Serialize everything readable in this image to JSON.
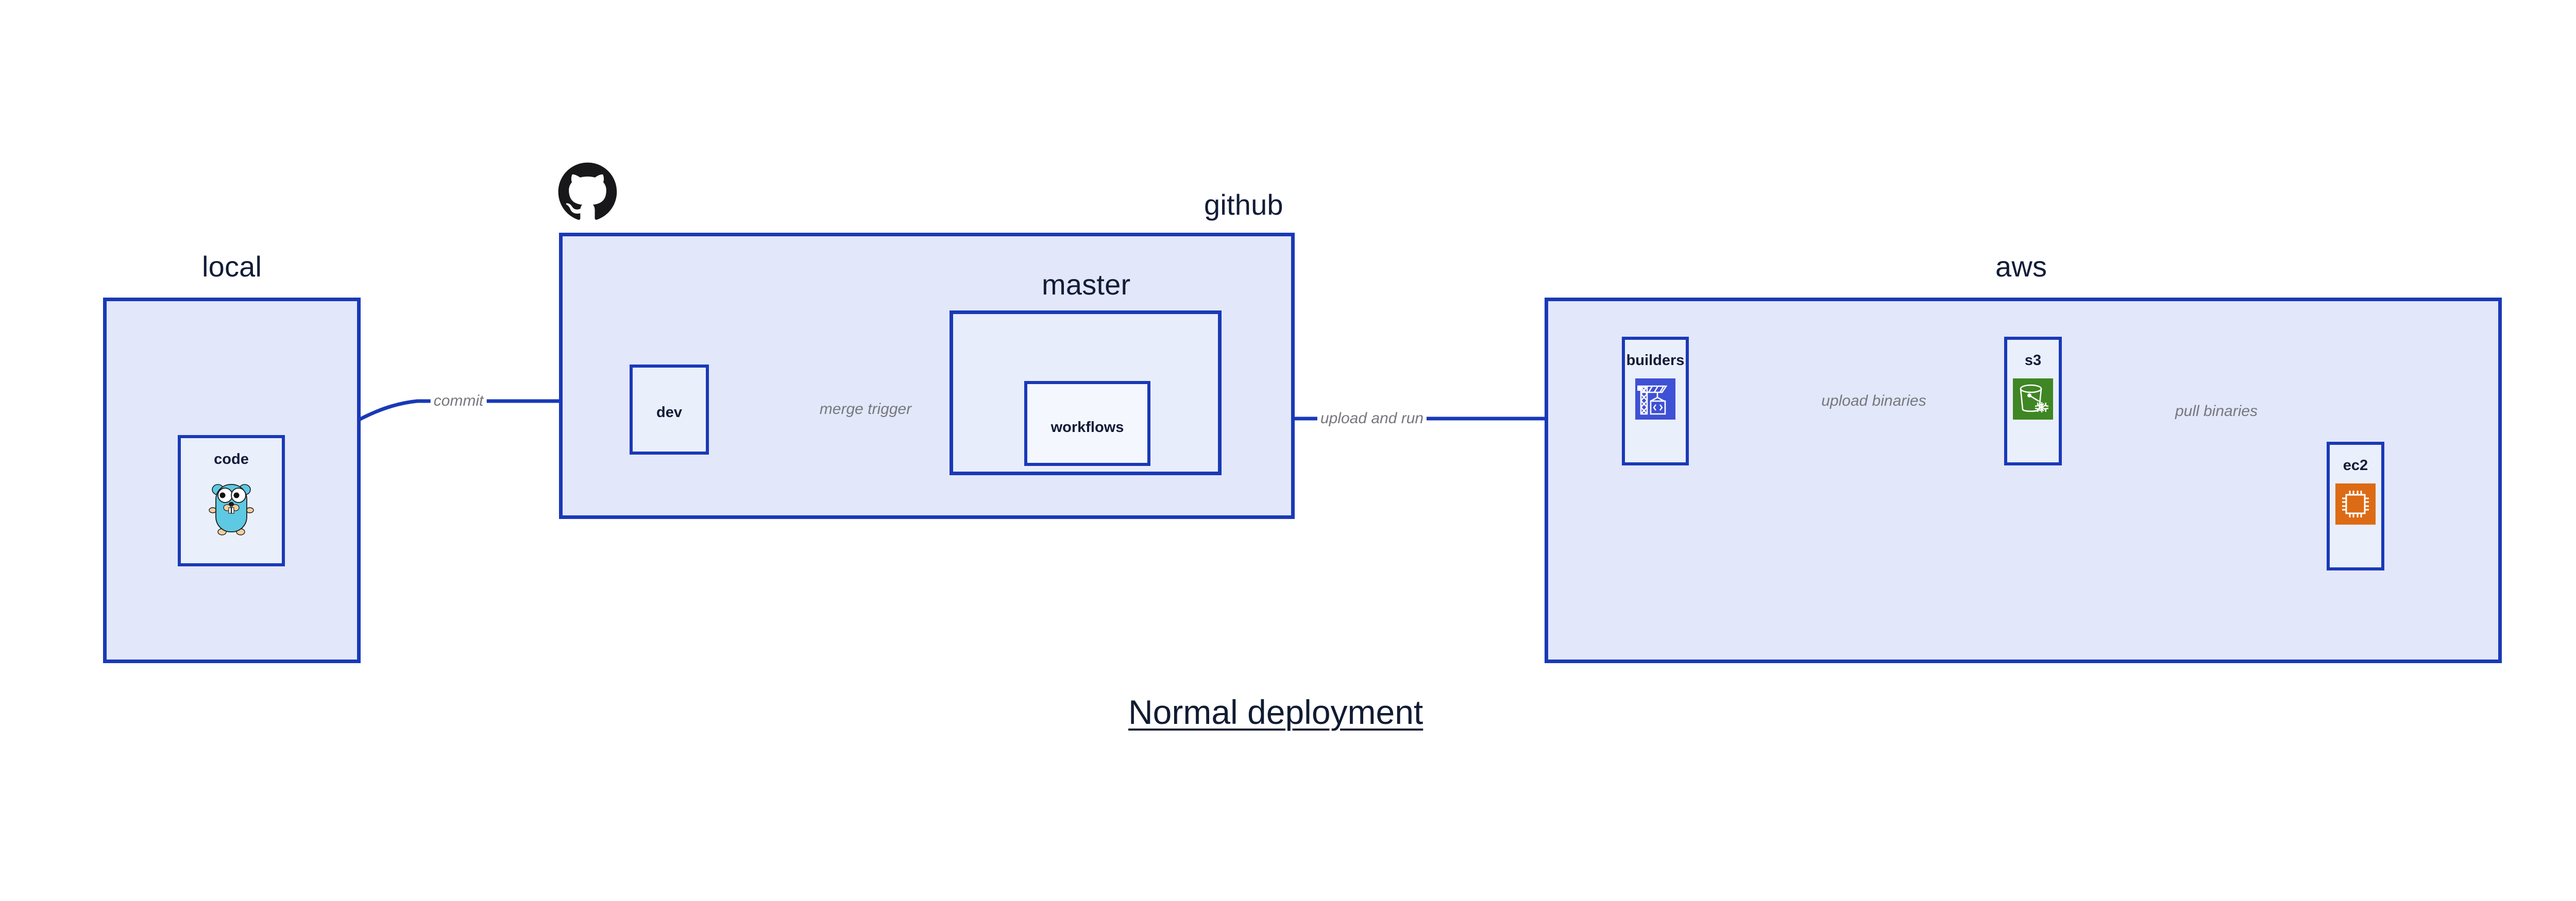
{
  "title": "Normal deployment",
  "colors": {
    "group_border": "#1939b7",
    "group_fill": "#e2e7fa",
    "group_fill_nested": "#e8edfc",
    "node_fill": "#eaeffc",
    "node_fill_bright": "#f5f7fe",
    "edge": "#1939b7",
    "edge_label_text": "#76787d",
    "label_text": "#121c38",
    "title_text": "#111c33",
    "s3_icon_bg": "#3f8624",
    "ec2_icon_bg": "#dd6b15",
    "builders_icon_bg": "#3f51d4",
    "gopher_body": "#5dc9e2",
    "octocat": "#18181b"
  },
  "groups": [
    {
      "id": "local",
      "label": "local"
    },
    {
      "id": "github",
      "label": "github"
    },
    {
      "id": "master",
      "label": "master"
    },
    {
      "id": "aws",
      "label": "aws"
    }
  ],
  "nodes": [
    {
      "id": "code",
      "label": "code",
      "icon": "go-gopher-icon"
    },
    {
      "id": "dev",
      "label": "dev",
      "icon": null
    },
    {
      "id": "workflows",
      "label": "workflows",
      "icon": null
    },
    {
      "id": "builders",
      "label": "builders",
      "icon": "aws-crane-builder-icon"
    },
    {
      "id": "s3",
      "label": "s3",
      "icon": "aws-s3-bucket-icon"
    },
    {
      "id": "ec2",
      "label": "ec2",
      "icon": "aws-ec2-chip-icon"
    }
  ],
  "edges": [
    {
      "id": "commit",
      "from": "code",
      "to": "dev",
      "label": "commit"
    },
    {
      "id": "merge-trigger",
      "from": "dev",
      "to": "workflows",
      "label": "merge trigger"
    },
    {
      "id": "upload-and-run",
      "from": "workflows",
      "to": "builders",
      "label": "upload and run"
    },
    {
      "id": "upload-binaries",
      "from": "builders",
      "to": "s3",
      "label": "upload binaries"
    },
    {
      "id": "pull-binaries",
      "from": "s3",
      "to": "ec2",
      "label": "pull binaries"
    }
  ],
  "logos": [
    {
      "id": "github-octocat",
      "name": "github-octocat-icon"
    }
  ]
}
